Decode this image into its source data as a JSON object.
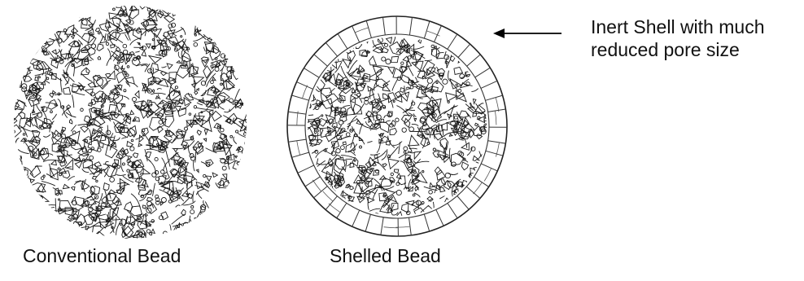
{
  "labels": {
    "conventional_bead": "Conventional Bead",
    "shelled_bead": "Shelled Bead"
  },
  "annotation": {
    "line1": "Inert Shell with much",
    "line2": "reduced pore size"
  },
  "colors": {
    "ink": "#111111",
    "background": "#ffffff"
  }
}
